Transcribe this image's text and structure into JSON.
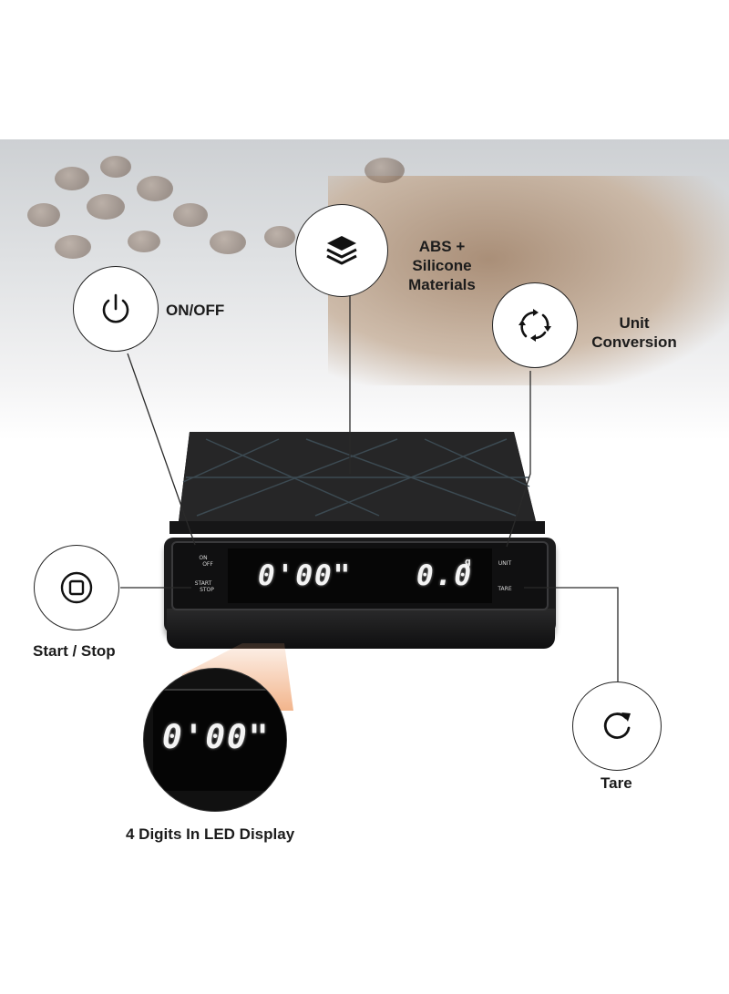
{
  "features": {
    "on_off": {
      "label": "ON/OFF",
      "icon": "power-icon"
    },
    "materials": {
      "line1": "ABS + Silicone",
      "line2": "Materials",
      "icon": "layers-icon"
    },
    "unit": {
      "line1": "Unit",
      "line2": "Conversion",
      "icon": "rotate-arrows-icon"
    },
    "start_stop": {
      "label": "Start / Stop",
      "icon": "stop-square-icon"
    },
    "tare": {
      "label": "Tare",
      "icon": "refresh-icon"
    },
    "led": {
      "label": "4 Digits In LED Display"
    }
  },
  "scale": {
    "time_display": "0'00\"",
    "weight_display": "0.0",
    "weight_unit": "g",
    "buttons": {
      "on_off_top": "ON",
      "on_off_bottom": "OFF",
      "start_top": "START",
      "start_bottom": "STOP",
      "unit": "UNIT",
      "tare": "TARE"
    }
  },
  "zoom": {
    "time_display": "0'00\""
  },
  "colors": {
    "scale_body": "#1b1b1c",
    "highlight_beam": "#f0a878",
    "text": "#1c1c1c"
  }
}
